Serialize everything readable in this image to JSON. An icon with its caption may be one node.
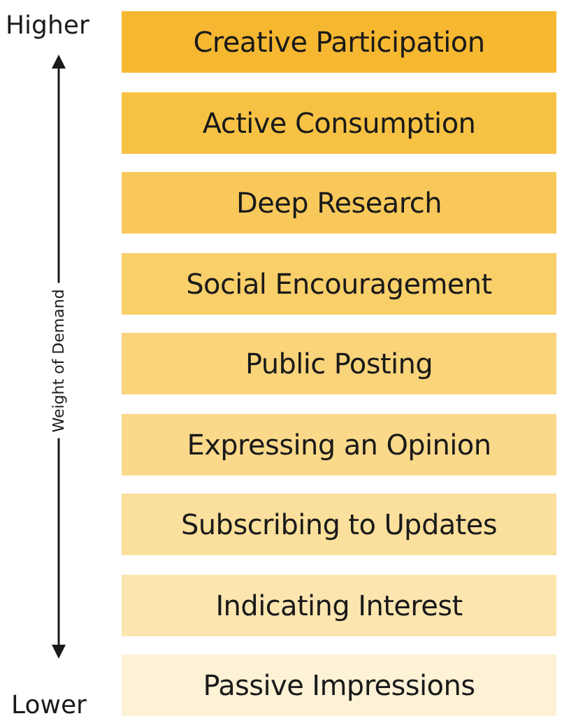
{
  "diagram": {
    "nodes": [
      {
        "text": [
          "Creative Participation"
        ]
      },
      {
        "text": [
          "Active Consumption"
        ]
      },
      {
        "text": [
          "Deep Research"
        ]
      },
      {
        "text": [
          "Social Encouragement"
        ]
      },
      {
        "text": [
          "Public Posting"
        ]
      },
      {
        "text": [
          "Expressing an Opinion"
        ]
      },
      {
        "text": [
          "Subscribing to Updates"
        ]
      },
      {
        "text": [
          "Indicating Interest"
        ]
      },
      {
        "text": [
          "Passive Impressions"
        ]
      }
    ],
    "labels": [
      "Higher",
      "Weight of Demand",
      "Lower"
    ]
  }
}
